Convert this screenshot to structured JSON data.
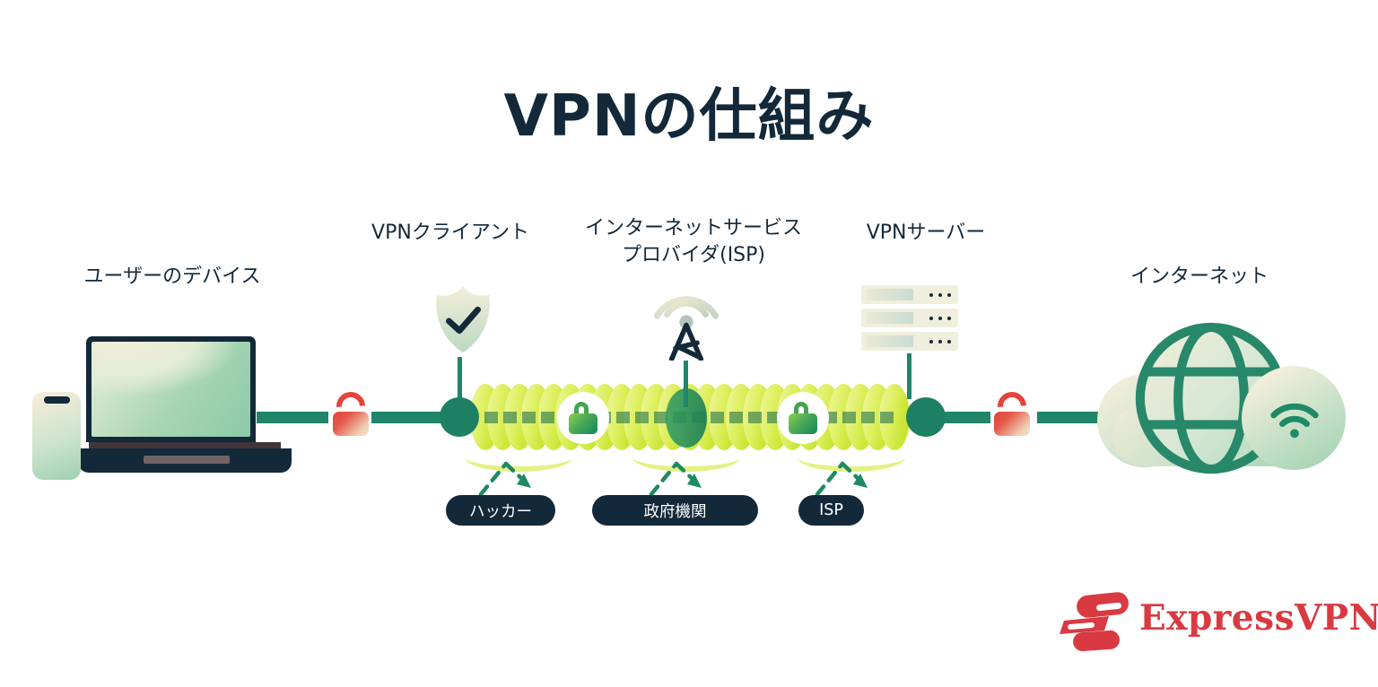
{
  "title": "VPNの仕組み",
  "labels": {
    "user_device": "ユーザーのデバイス",
    "vpn_client": "VPNクライアント",
    "isp_line1": "インターネットサービス",
    "isp_line2": "プロバイダ(ISP)",
    "vpn_server": "VPNサーバー",
    "internet": "インターネット"
  },
  "threats": [
    {
      "label": "ハッカー"
    },
    {
      "label": "政府機関"
    },
    {
      "label": "ISP"
    }
  ],
  "logo": {
    "brand": "ExpressVPN"
  },
  "icons": {
    "left_device": [
      "laptop-icon",
      "phone-icon"
    ],
    "vpn_client": "shield-check-icon",
    "isp": "radio-tower-icon",
    "vpn_server": "server-stack-icon",
    "internet": [
      "cloud-icon",
      "globe-icon",
      "wifi-icon"
    ],
    "unencrypted": "open-padlock-icon",
    "encrypted": "closed-padlock-icon",
    "blocked_threat": "deflected-arrow-icon"
  },
  "colors": {
    "navy": "#13293a",
    "line_green": "#20856a",
    "tunnel_chartreuse": "#cbe636",
    "lock_red": "#e5443b",
    "brand_red": "#d93a42",
    "cream": "#f1ecd8"
  }
}
